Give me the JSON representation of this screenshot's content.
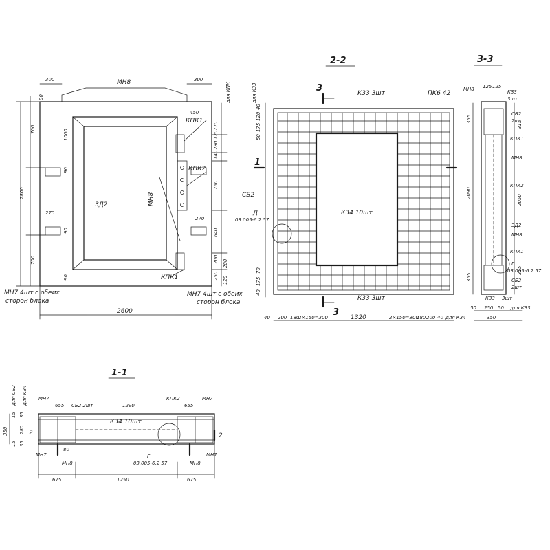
{
  "front": {
    "dims_top": [
      "300",
      "МН8",
      "300",
      "для КПК"
    ],
    "dims_left": [
      "90",
      "700",
      "1000",
      "2800",
      "90",
      "90",
      "700",
      "90"
    ],
    "dims_right": [
      "450",
      "770",
      "120",
      "280",
      "140",
      "760",
      "270",
      "640",
      "200",
      "280",
      "250",
      "120"
    ],
    "labels": [
      "КПК1",
      "КПК2",
      "КПК1",
      "ЗД2",
      "МН8",
      "270"
    ],
    "note_left": [
      "МН7 4шт с обеих",
      "сторон блока"
    ],
    "note_right": [
      "МН7 4шт с обеих",
      "сторон блока"
    ],
    "width_dim": "2600"
  },
  "section22": {
    "title": "2-2",
    "cut_top": "3",
    "cut_bottom": "3",
    "cut_side": "1",
    "labels": [
      "К33 3шт",
      "ПК6 42",
      "СБ2",
      "Д",
      "03.005-6.2 57",
      "К34 10шт",
      "К33 3шт",
      "для К33"
    ],
    "dims_left": [
      "40",
      "120",
      "175",
      "50",
      "70",
      "175",
      "40"
    ],
    "dims_bottom": [
      "40",
      "200",
      "180",
      "2×150=300",
      "1320",
      "2×150=300",
      "180",
      "200",
      "40",
      "для К34"
    ]
  },
  "section33": {
    "title": "3-3",
    "labels": [
      "МН8",
      "К33",
      "3шт",
      "СБ2",
      "2шт",
      "КПК1",
      "МН8",
      "КПК2",
      "ЗД2",
      "МН8",
      "КПК1",
      "Г",
      "03.005-6.2 57",
      "СБ2",
      "2шт",
      "К33",
      "3шт"
    ],
    "dims_top": [
      "125",
      "125"
    ],
    "dims_left": [
      "355",
      "2090",
      "355"
    ],
    "dims_right": [
      "315",
      "2050",
      "315"
    ],
    "dims_bottom": [
      "50",
      "250",
      "50",
      "для К33",
      "350"
    ]
  },
  "section11": {
    "title": "1-1",
    "cut_marks": [
      "2",
      "2"
    ],
    "labels": [
      "МН7",
      "655",
      "СБ2 2шт",
      "1290",
      "КПК2",
      "655",
      "МН7",
      "К34 10шт",
      "МН7",
      "МН8",
      "Г",
      "03.005-6.2 57",
      "МН8",
      "МН7",
      "80"
    ],
    "dims_left": [
      "для СБ2",
      "для К34",
      "350",
      "15",
      "35",
      "280",
      "15",
      "35"
    ],
    "dims_bottom": [
      "675",
      "1250",
      "675"
    ]
  }
}
